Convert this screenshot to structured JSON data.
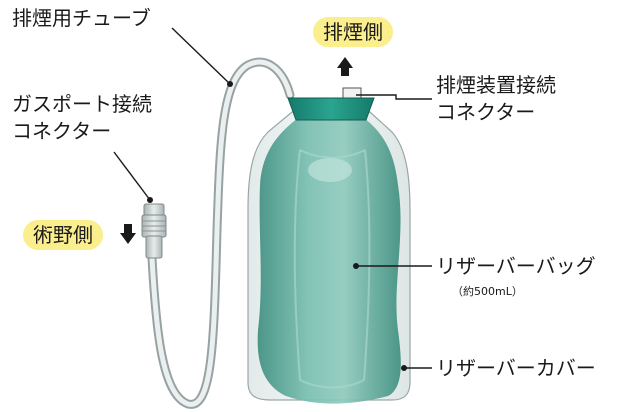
{
  "labels": {
    "exhaust_tube": "排煙用チューブ",
    "exhaust_side": "排煙側",
    "gas_port_connector_line1": "ガスポート接続",
    "gas_port_connector_line2": "コネクター",
    "exhaust_device_connector_line1": "排煙装置接続",
    "exhaust_device_connector_line2": "コネクター",
    "surgical_side": "術野側",
    "reservoir_bag": "リザーバーバッグ",
    "reservoir_bag_volume": "（約500mL）",
    "reservoir_cover": "リザーバーカバー"
  },
  "colors": {
    "highlight_pill": "#fbee8d",
    "bag_teal": "#5fa99c",
    "connector_teal": "#1f8f7e",
    "tube_gray": "#b9c2c2"
  },
  "icons": {
    "exhaust_arrow": "arrow-up",
    "surgical_arrow": "arrow-down"
  }
}
